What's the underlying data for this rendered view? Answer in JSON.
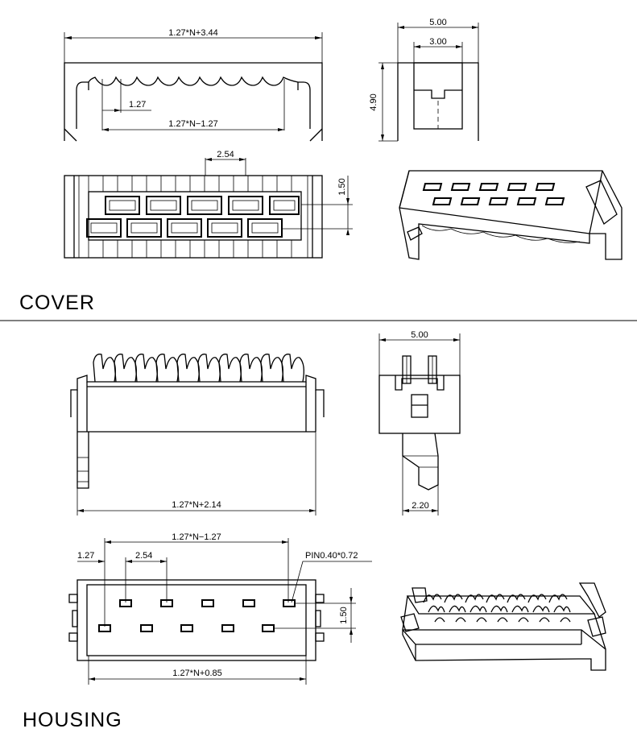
{
  "sections": {
    "cover_title": "COVER",
    "housing_title": "HOUSING"
  },
  "dimensions": {
    "cover_overall_width": "1.27*N+3.44",
    "cover_pitch": "1.27",
    "cover_span": "1.27*N−1.27",
    "cover_side_width": "5.00",
    "cover_side_inner": "3.00",
    "cover_side_height": "4.90",
    "cover_row_pitch": "2.54",
    "cover_row_offset": "1.50",
    "housing_side_width": "5.00",
    "housing_length": "1.27*N+2.14",
    "housing_tail": "2.20",
    "housing_span": "1.27*N−1.27",
    "housing_pitch": "1.27",
    "housing_row_pitch": "2.54",
    "housing_pin": "PIN0.40*0.72",
    "housing_row_offset": "1.50",
    "housing_bottom_width": "1.27*N+0.85"
  }
}
